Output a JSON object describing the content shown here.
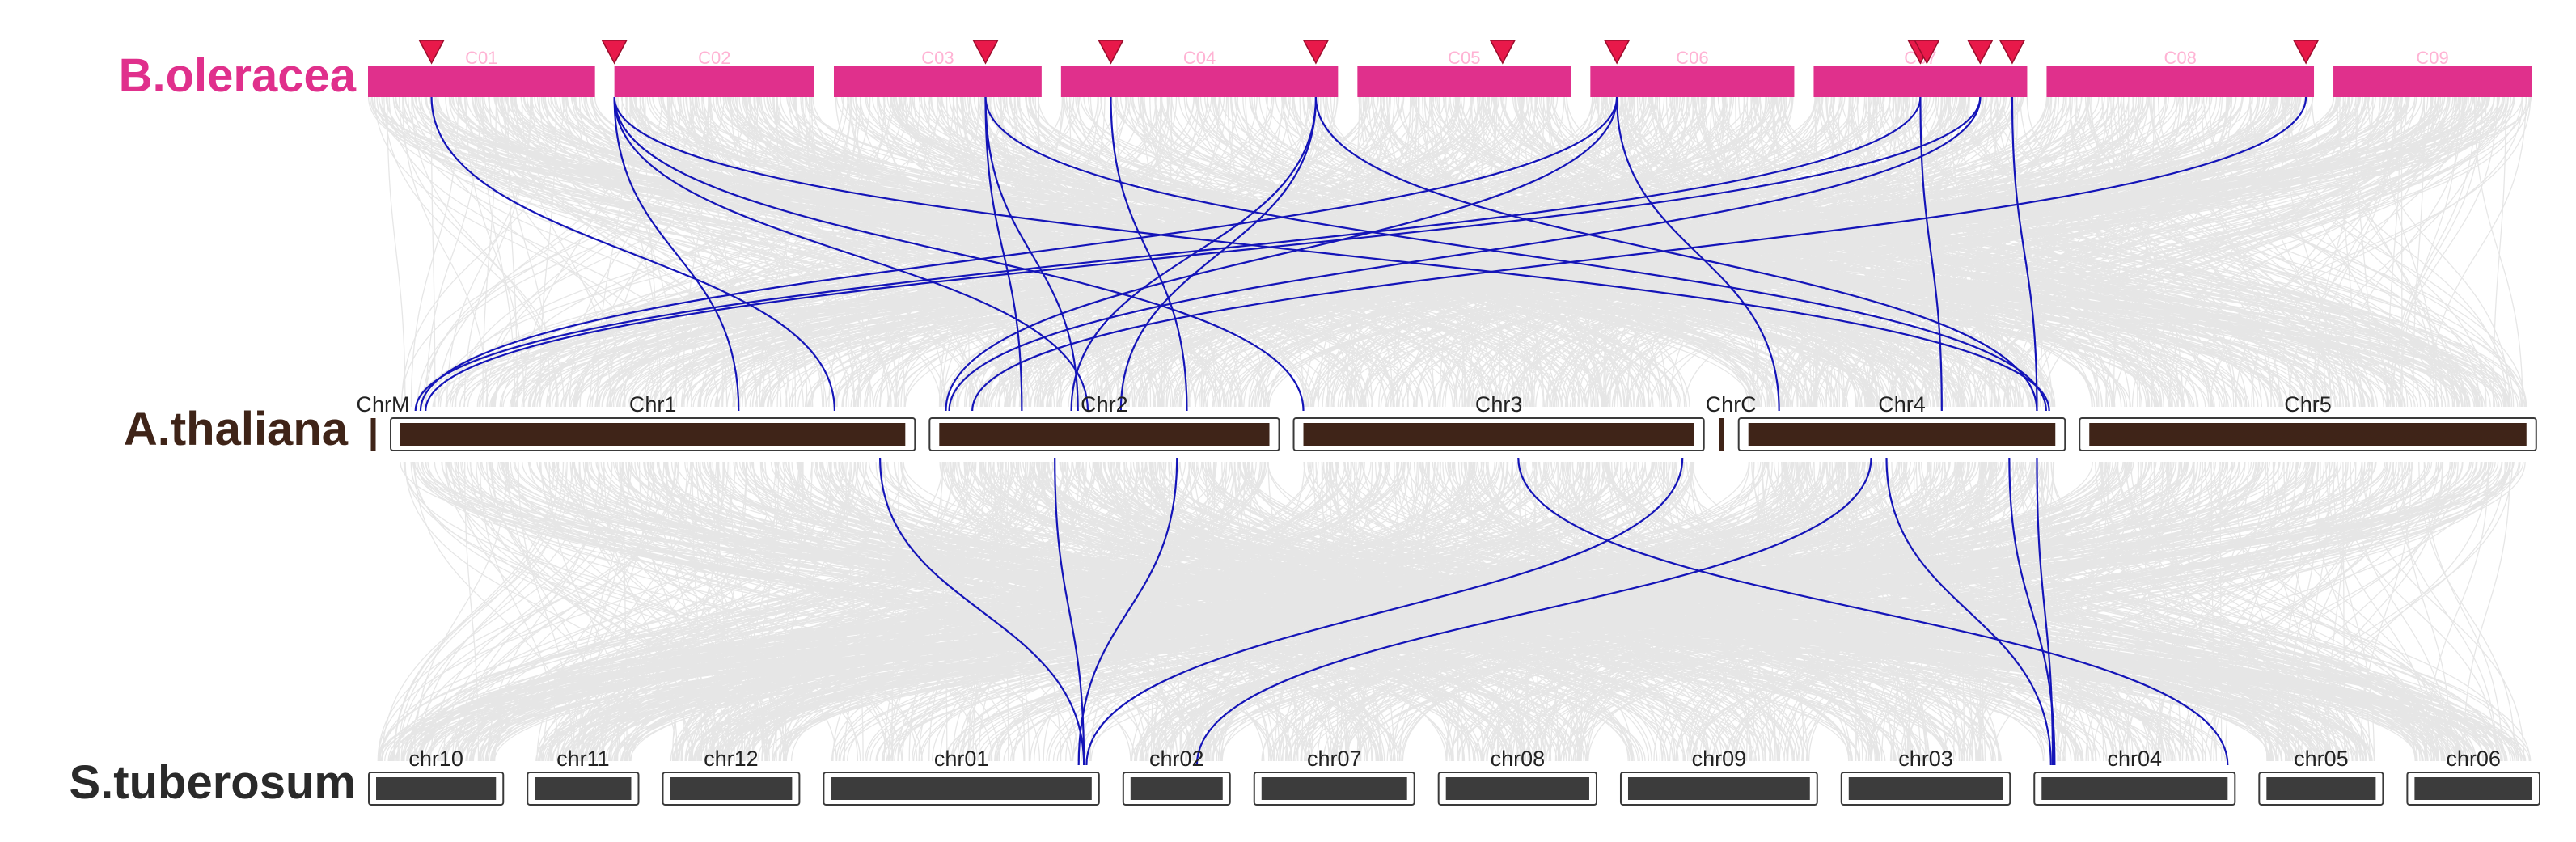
{
  "colors": {
    "b_oleracea": "#e0308c",
    "b_oleracea_label": "#ffb3d4",
    "a_thaliana_bar": "#3f2418",
    "a_thaliana_label": "#3f2418",
    "s_tuberosum_bar": "#3c3c3c",
    "s_tuberosum_label": "#2a2a2a",
    "gene_marker": "#e8194a",
    "collinear_link": "#1414b8",
    "background_synteny": "#e6e6e6"
  },
  "species": [
    {
      "id": "bo",
      "name": "B.oleracea",
      "chromosomes": [
        {
          "label": "C01",
          "length": 0.118
        },
        {
          "label": "C02",
          "length": 0.104
        },
        {
          "label": "C03",
          "length": 0.108
        },
        {
          "label": "C04",
          "length": 0.144
        },
        {
          "label": "C05",
          "length": 0.111
        },
        {
          "label": "C06",
          "length": 0.106
        },
        {
          "label": "C07",
          "length": 0.111
        },
        {
          "label": "C08",
          "length": 0.139
        },
        {
          "label": "C09",
          "length": 0.103
        }
      ]
    },
    {
      "id": "at",
      "name": "A.thaliana",
      "chromosomes": [
        {
          "label": "ChrM",
          "length": 0.003
        },
        {
          "label": "Chr1",
          "length": 0.294
        },
        {
          "label": "Chr2",
          "length": 0.196
        },
        {
          "label": "Chr3",
          "length": 0.23
        },
        {
          "label": "ChrC",
          "length": 0.003
        },
        {
          "label": "Chr4",
          "length": 0.183
        },
        {
          "label": "Chr5",
          "length": 0.256
        }
      ]
    },
    {
      "id": "st",
      "name": "S.tuberosum",
      "chromosomes": [
        {
          "label": "chr10",
          "length": 0.063
        },
        {
          "label": "chr11",
          "length": 0.052
        },
        {
          "label": "chr12",
          "length": 0.064
        },
        {
          "label": "chr01",
          "length": 0.129
        },
        {
          "label": "chr02",
          "length": 0.05
        },
        {
          "label": "chr07",
          "length": 0.075
        },
        {
          "label": "chr08",
          "length": 0.074
        },
        {
          "label": "chr09",
          "length": 0.092
        },
        {
          "label": "chr03",
          "length": 0.079
        },
        {
          "label": "chr04",
          "length": 0.094
        },
        {
          "label": "chr05",
          "length": 0.058
        },
        {
          "label": "chr06",
          "length": 0.062
        }
      ]
    }
  ],
  "gene_markers": [
    {
      "chrom": "C01",
      "pos": 0.28
    },
    {
      "chrom": "C02",
      "pos": 0.0
    },
    {
      "chrom": "C03",
      "pos": 0.73
    },
    {
      "chrom": "C04",
      "pos": 0.18
    },
    {
      "chrom": "C04",
      "pos": 0.92
    },
    {
      "chrom": "C05",
      "pos": 0.68
    },
    {
      "chrom": "C06",
      "pos": 0.13
    },
    {
      "chrom": "C07",
      "pos": 0.5
    },
    {
      "chrom": "C07",
      "pos": 0.53
    },
    {
      "chrom": "C07",
      "pos": 0.78
    },
    {
      "chrom": "C07",
      "pos": 0.93
    },
    {
      "chrom": "C08",
      "pos": 0.97
    }
  ],
  "links_bo_at": [
    {
      "from": [
        "C01",
        0.28
      ],
      "to": [
        "Chr1",
        0.86
      ]
    },
    {
      "from": [
        "C02",
        0.0
      ],
      "to": [
        "Chr1",
        0.67
      ]
    },
    {
      "from": [
        "C02",
        0.0
      ],
      "to": [
        "Chr2",
        0.45
      ]
    },
    {
      "from": [
        "C02",
        0.0
      ],
      "to": [
        "Chr3",
        0.0
      ]
    },
    {
      "from": [
        "C02",
        0.0
      ],
      "to": [
        "Chr4",
        0.98
      ]
    },
    {
      "from": [
        "C03",
        0.73
      ],
      "to": [
        "Chr2",
        0.25
      ]
    },
    {
      "from": [
        "C03",
        0.73
      ],
      "to": [
        "Chr2",
        0.42
      ]
    },
    {
      "from": [
        "C03",
        0.73
      ],
      "to": [
        "Chr4",
        0.97
      ]
    },
    {
      "from": [
        "C04",
        0.18
      ],
      "to": [
        "Chr2",
        0.75
      ]
    },
    {
      "from": [
        "C04",
        0.92
      ],
      "to": [
        "Chr2",
        0.4
      ]
    },
    {
      "from": [
        "C04",
        0.92
      ],
      "to": [
        "Chr2",
        0.55
      ]
    },
    {
      "from": [
        "C04",
        0.92
      ],
      "to": [
        "Chr4",
        0.94
      ]
    },
    {
      "from": [
        "C06",
        0.13
      ],
      "to": [
        "Chr1",
        0.04
      ]
    },
    {
      "from": [
        "C06",
        0.13
      ],
      "to": [
        "Chr2",
        0.02
      ]
    },
    {
      "from": [
        "C06",
        0.13
      ],
      "to": [
        "Chr4",
        0.1
      ]
    },
    {
      "from": [
        "C07",
        0.5
      ],
      "to": [
        "Chr1",
        0.03
      ]
    },
    {
      "from": [
        "C07",
        0.5
      ],
      "to": [
        "Chr4",
        0.63
      ]
    },
    {
      "from": [
        "C07",
        0.78
      ],
      "to": [
        "Chr1",
        0.05
      ]
    },
    {
      "from": [
        "C07",
        0.78
      ],
      "to": [
        "Chr2",
        0.03
      ]
    },
    {
      "from": [
        "C07",
        0.93
      ],
      "to": [
        "Chr4",
        0.94
      ]
    },
    {
      "from": [
        "C08",
        0.97
      ],
      "to": [
        "Chr2",
        0.1
      ]
    }
  ],
  "links_at_st": [
    {
      "from": [
        "Chr1",
        0.95
      ],
      "to": [
        "chr01",
        0.97
      ]
    },
    {
      "from": [
        "Chr2",
        0.35
      ],
      "to": [
        "chr01",
        0.97
      ]
    },
    {
      "from": [
        "Chr2",
        0.72
      ],
      "to": [
        "chr01",
        0.95
      ]
    },
    {
      "from": [
        "Chr3",
        0.55
      ],
      "to": [
        "chr04",
        1.0
      ]
    },
    {
      "from": [
        "Chr3",
        0.97
      ],
      "to": [
        "chr01",
        0.98
      ]
    },
    {
      "from": [
        "Chr4",
        0.4
      ],
      "to": [
        "chr02",
        0.72
      ]
    },
    {
      "from": [
        "Chr4",
        0.45
      ],
      "to": [
        "chr04",
        0.05
      ]
    },
    {
      "from": [
        "Chr4",
        0.85
      ],
      "to": [
        "chr04",
        0.07
      ]
    },
    {
      "from": [
        "Chr4",
        0.94
      ],
      "to": [
        "chr04",
        0.06
      ]
    }
  ]
}
